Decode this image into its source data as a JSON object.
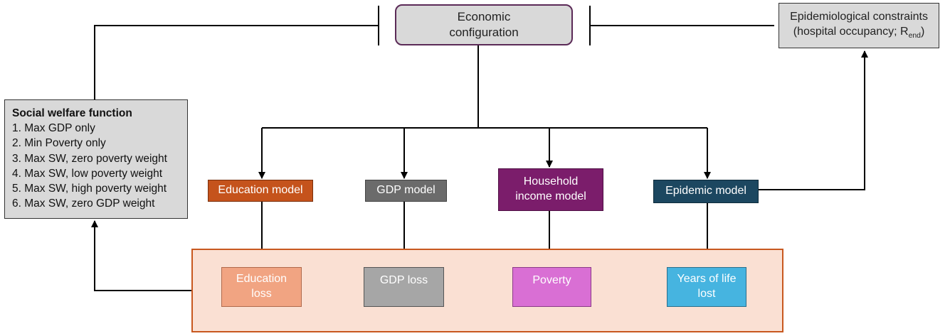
{
  "economic_configuration": {
    "line1": "Economic",
    "line2": "configuration"
  },
  "epidemiological_constraints": {
    "line1": "Epidemiological constraints",
    "line2_prefix": "(hospital occupancy; R",
    "line2_sub": "end",
    "line2_suffix": ")"
  },
  "social_welfare": {
    "title": "Social welfare function",
    "items": [
      "1. Max GDP only",
      "2. Min Poverty only",
      "3. Max SW, zero poverty weight",
      "4. Max SW, low poverty weight",
      "5. Max SW, high poverty weight",
      "6. Max SW, zero GDP weight"
    ]
  },
  "models": {
    "education": "Education model",
    "gdp": "GDP model",
    "household_line1": "Household",
    "household_line2": "income model",
    "epidemic": "Epidemic model"
  },
  "outcomes": {
    "education_line1": "Education",
    "education_line2": "loss",
    "gdp": "GDP loss",
    "poverty": "Poverty",
    "yll_line1": "Years of life",
    "yll_line2": "lost"
  },
  "colors": {
    "education": "#c5531c",
    "gdp": "#6b6b6b",
    "household": "#7b1d6b",
    "epidemic": "#1c4760",
    "education_loss": "#f1a482",
    "gdp_loss": "#a6a6a6",
    "poverty": "#d96fd4",
    "years_of_life_lost": "#46b4e0",
    "outcomes_panel": "#fae0d3"
  }
}
